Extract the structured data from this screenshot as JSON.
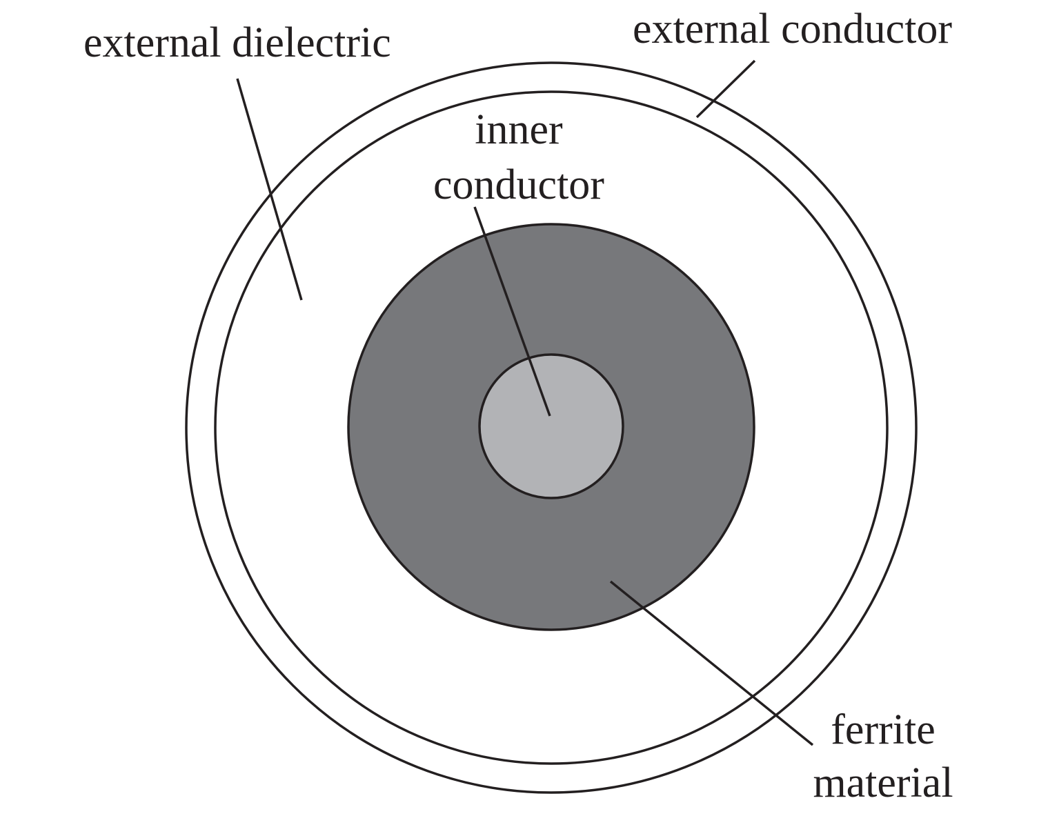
{
  "labels": {
    "external_dielectric": "external dielectric",
    "external_conductor": "external conductor",
    "inner_conductor_line1": "inner",
    "inner_conductor_line2": "conductor",
    "ferrite_line1": "ferrite",
    "ferrite_line2": "material"
  },
  "colors": {
    "outline": "#231f20",
    "ferrite_fill": "#77787b",
    "inner_conductor_fill": "#b2b3b6",
    "dielectric_fill": "#ffffff"
  }
}
